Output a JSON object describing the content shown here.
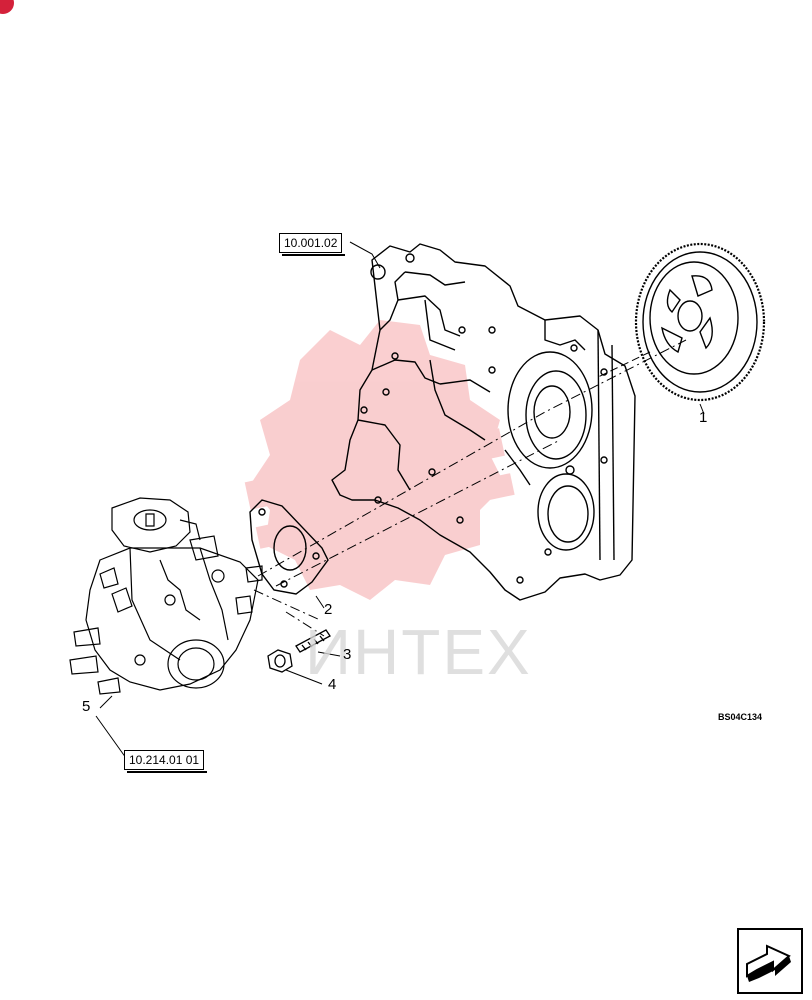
{
  "references": {
    "timing_cover_ref": "10.001.02",
    "pump_ref": "10.214.01 01"
  },
  "callouts": {
    "item1": "1",
    "item2": "2",
    "item3": "3",
    "item4": "4",
    "item5": "5"
  },
  "drawing_code": "BS04C134",
  "watermark": {
    "text": "ИНТЕХ",
    "color": "#e8262b"
  },
  "icons": {
    "nav": "arrow-next-icon",
    "corner": "red-circle-mark-icon"
  }
}
